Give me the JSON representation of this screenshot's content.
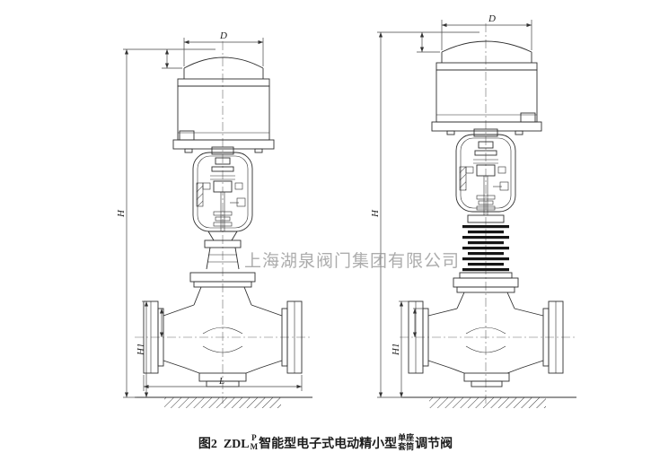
{
  "watermark": {
    "text": "上海湖泉阀门集团有限公司"
  },
  "caption": {
    "figure_label": "图2  ZDL",
    "superscript": "P",
    "subscript": "M",
    "description": "智能型电子式电动精小型",
    "stack_top": "单座",
    "stack_bottom": "套筒",
    "suffix": "调节阀"
  },
  "dimensions": {
    "left_valve": {
      "diameter": "D",
      "height": "H",
      "height1": "H1",
      "length": "L"
    },
    "right_valve": {
      "diameter": "D",
      "height": "H",
      "height1": "H1"
    }
  }
}
